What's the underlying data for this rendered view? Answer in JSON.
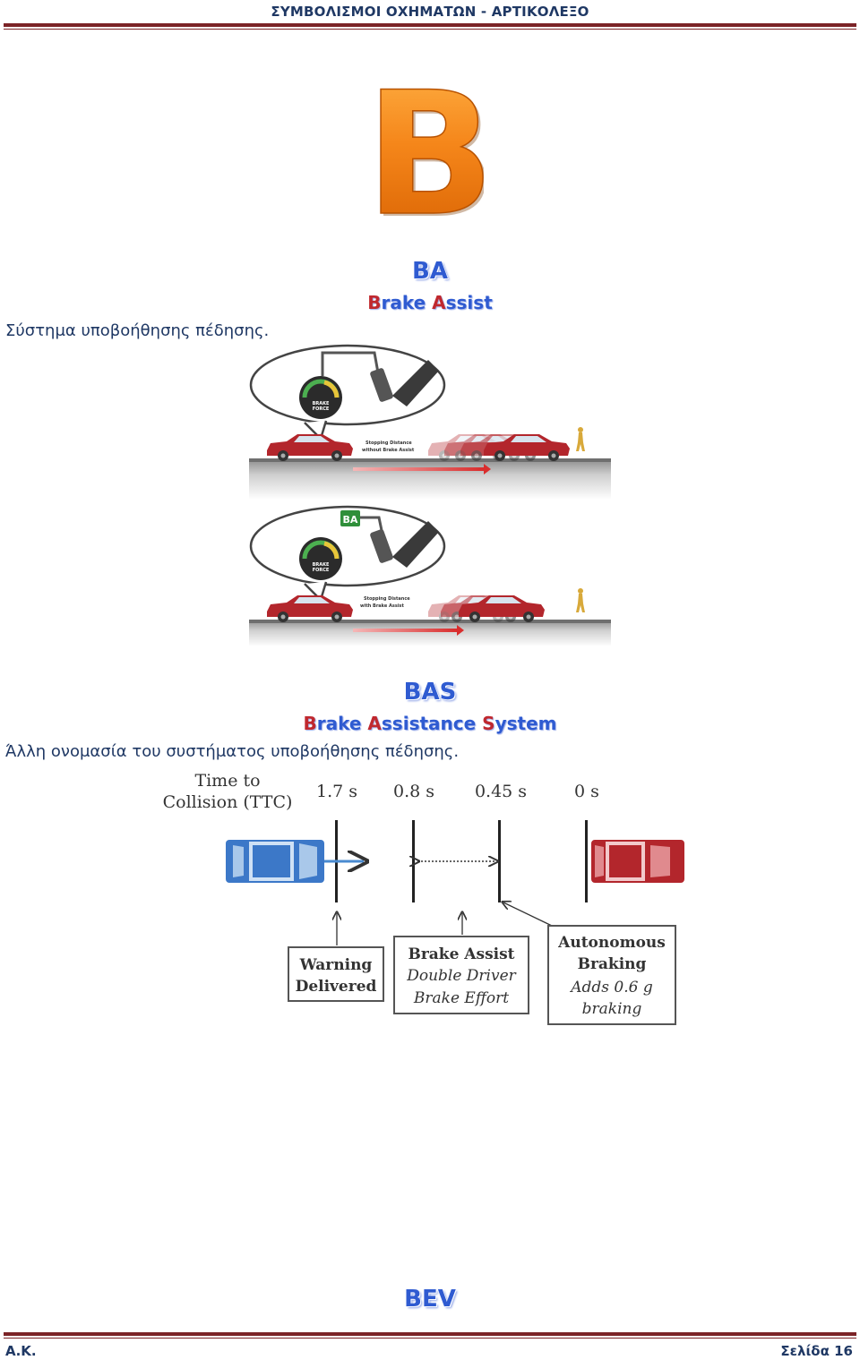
{
  "header": {
    "title": "ΣΥΜΒΟΛΙΣΜΟΙ ΟΧΗΜΑΤΩΝ - ΑΡΤΙΚΟΛΕΞΟ"
  },
  "section_letter": "B",
  "entries": [
    {
      "acronym": "BA",
      "full_name": {
        "first": [
          "B",
          "rake "
        ],
        "second": [
          "A",
          "ssist"
        ]
      },
      "description": "Σύστημα υποβοήθησης πέδησης.",
      "figure": {
        "panel_top": {
          "gauge_label": [
            "BRAKE",
            "FORCE"
          ],
          "caption": [
            "Stopping Distance",
            "without Brake Assist"
          ]
        },
        "panel_bottom": {
          "badge": "BA",
          "gauge_label": [
            "BRAKE",
            "FORCE"
          ],
          "caption": [
            "Stopping Distance",
            "with Brake Assist"
          ]
        }
      }
    },
    {
      "acronym": "BAS",
      "full_name": {
        "first": [
          "B",
          "rake "
        ],
        "second": [
          "A",
          "ssistance "
        ],
        "third": [
          "S",
          "ystem"
        ]
      },
      "description": "Άλλη ονομασία του συστήματος υποβοήθησης πέδησης.",
      "figure": {
        "ttc_label": [
          "Time to",
          "Collision (TTC)"
        ],
        "times": [
          "1.7 s",
          "0.8 s",
          "0.45 s",
          "0 s"
        ],
        "box_warning": [
          "Warning",
          "Delivered"
        ],
        "box_assist": {
          "title": "Brake Assist",
          "lines": [
            "Double Driver",
            "Brake Effort"
          ]
        },
        "box_autonomous": {
          "title": [
            "Autonomous",
            "Braking"
          ],
          "lines": [
            "Adds 0.6 g",
            "braking"
          ]
        }
      }
    },
    {
      "acronym": "BEV"
    }
  ],
  "footer": {
    "left": "Α.Κ.",
    "right": "Σελίδα 16"
  },
  "colors": {
    "accent_blue": "#2f5bd1",
    "accent_red": "#c0282e",
    "rule": "#7b2326",
    "letter_orange": "#f07d10",
    "car_red": "#b3262c",
    "car_blue": "#3c78c8"
  }
}
